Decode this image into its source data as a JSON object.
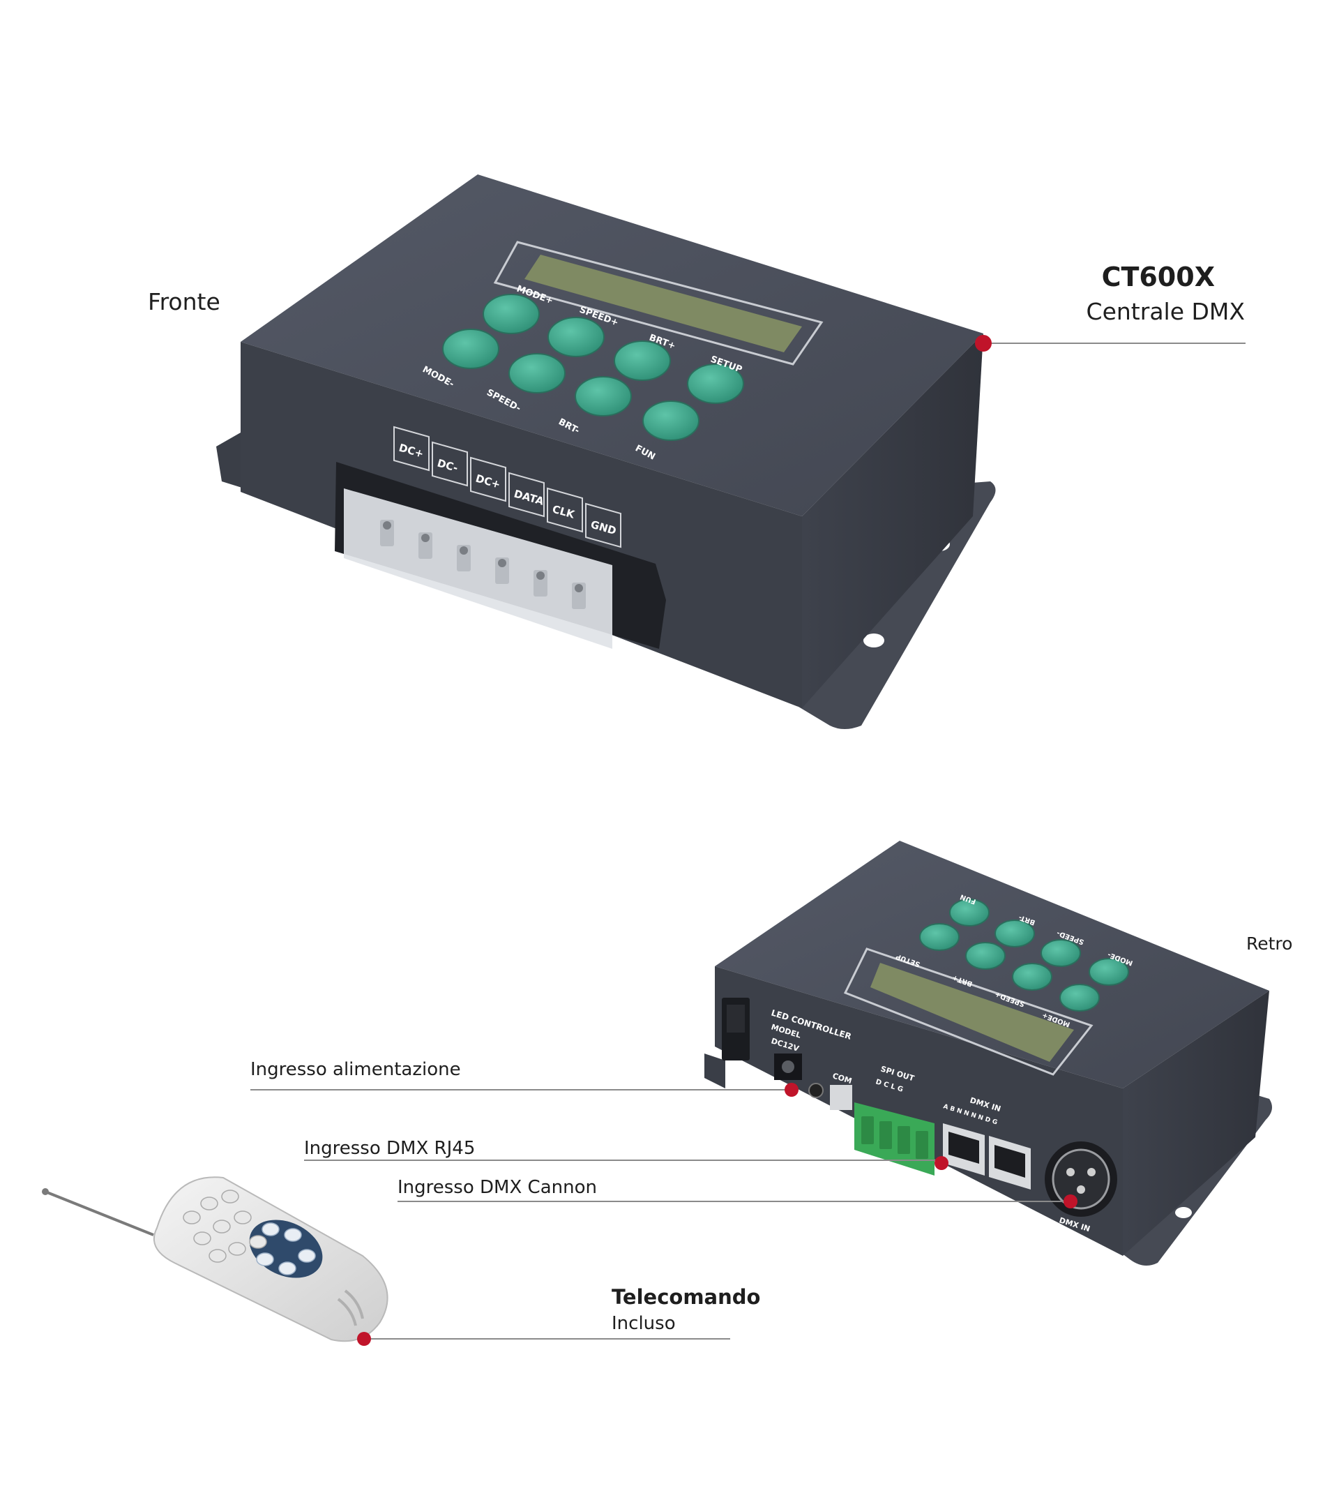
{
  "labels": {
    "front": "Fronte",
    "product_title": "CT600X",
    "product_subtitle": "Centrale DMX",
    "back": "Retro",
    "power_input": "Ingresso alimentazione",
    "dmx_rj45": "Ingresso DMX RJ45",
    "dmx_cannon": "Ingresso DMX Cannon",
    "remote_title": "Telecomando",
    "remote_subtitle": "Incluso"
  },
  "front_panel": {
    "buttons": [
      "MODE+",
      "SPEED+",
      "BRT+",
      "SETUP",
      "MODE-",
      "SPEED-",
      "BRT-",
      "FUN"
    ],
    "terminals": [
      "DC+",
      "DC-",
      "DC+",
      "DATA",
      "CLK",
      "GND"
    ]
  },
  "back_panel": {
    "buttons": [
      "FUN",
      "BRT-",
      "SPEED-",
      "MODE-",
      "SETUP",
      "BRT+",
      "SPEED+",
      "MODE+"
    ],
    "printed": {
      "controller": "LED CONTROLLER",
      "model": "MODEL",
      "voltage": "DC12V",
      "com": "COM",
      "spi_out": "SPI OUT",
      "spi_pins": "D C L G",
      "dmx_in_rj": "DMX IN",
      "dmx_pins": "A B N N N N D G",
      "dmx_in_xlr": "DMX IN"
    }
  },
  "colors": {
    "body": "#4a4e59",
    "body_dark": "#363a43",
    "button": "#3fa88f",
    "lcd": "#7f8a63",
    "marker": "#c0142a",
    "leader": "#8a8a8a",
    "terminal_green": "#3aa957"
  }
}
